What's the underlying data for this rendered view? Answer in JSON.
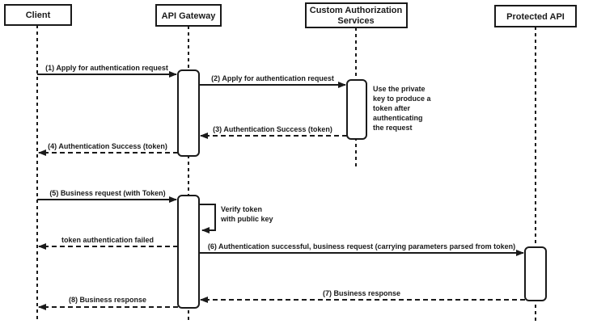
{
  "diagram_type": "uml-sequence-diagram",
  "colors": {
    "line": "#1a1a1a",
    "background": "#ffffff",
    "fill": "#ffffff"
  },
  "participants": [
    {
      "name": "Client",
      "lines": [
        "Client"
      ]
    },
    {
      "name": "API Gateway",
      "lines": [
        "API Gateway"
      ]
    },
    {
      "name": "Custom Authorization Services",
      "lines": [
        "Custom Authorization",
        "Services"
      ]
    },
    {
      "name": "Protected API",
      "lines": [
        "Protected API"
      ]
    }
  ],
  "messages": [
    {
      "label": "(1) Apply for authentication request",
      "type": "solid",
      "from": "Client",
      "to": "API Gateway"
    },
    {
      "label": "(2) Apply for authentication request",
      "type": "solid",
      "from": "API Gateway",
      "to": "Custom Authorization Services"
    },
    {
      "label": "(3) Authentication Success (token)",
      "type": "dashed",
      "from": "Custom Authorization Services",
      "to": "API Gateway"
    },
    {
      "label": "(4) Authentication Success (token)",
      "type": "dashed",
      "from": "API Gateway",
      "to": "Client"
    },
    {
      "label": "(5) Business request (with Token)",
      "type": "solid",
      "from": "Client",
      "to": "API Gateway"
    },
    {
      "label": "Verify token with public key",
      "lines": [
        "Verify token",
        "with public key"
      ],
      "type": "self",
      "from": "API Gateway",
      "to": "API Gateway"
    },
    {
      "label": "token authentication failed",
      "type": "dashed",
      "from": "API Gateway",
      "to": "Client"
    },
    {
      "label": "(6) Authentication successful, business request (carrying parameters parsed from token)",
      "type": "solid",
      "from": "API Gateway",
      "to": "Protected API"
    },
    {
      "label": "(7) Business response",
      "type": "dashed",
      "from": "Protected API",
      "to": "API Gateway"
    },
    {
      "label": "(8) Business response",
      "type": "dashed",
      "from": "API Gateway",
      "to": "Client"
    }
  ],
  "note": {
    "text": "Use the private key to produce a token after authenticating the request",
    "lines": [
      "Use the private",
      "key to produce a",
      "token after",
      "authenticating",
      "the request"
    ]
  }
}
